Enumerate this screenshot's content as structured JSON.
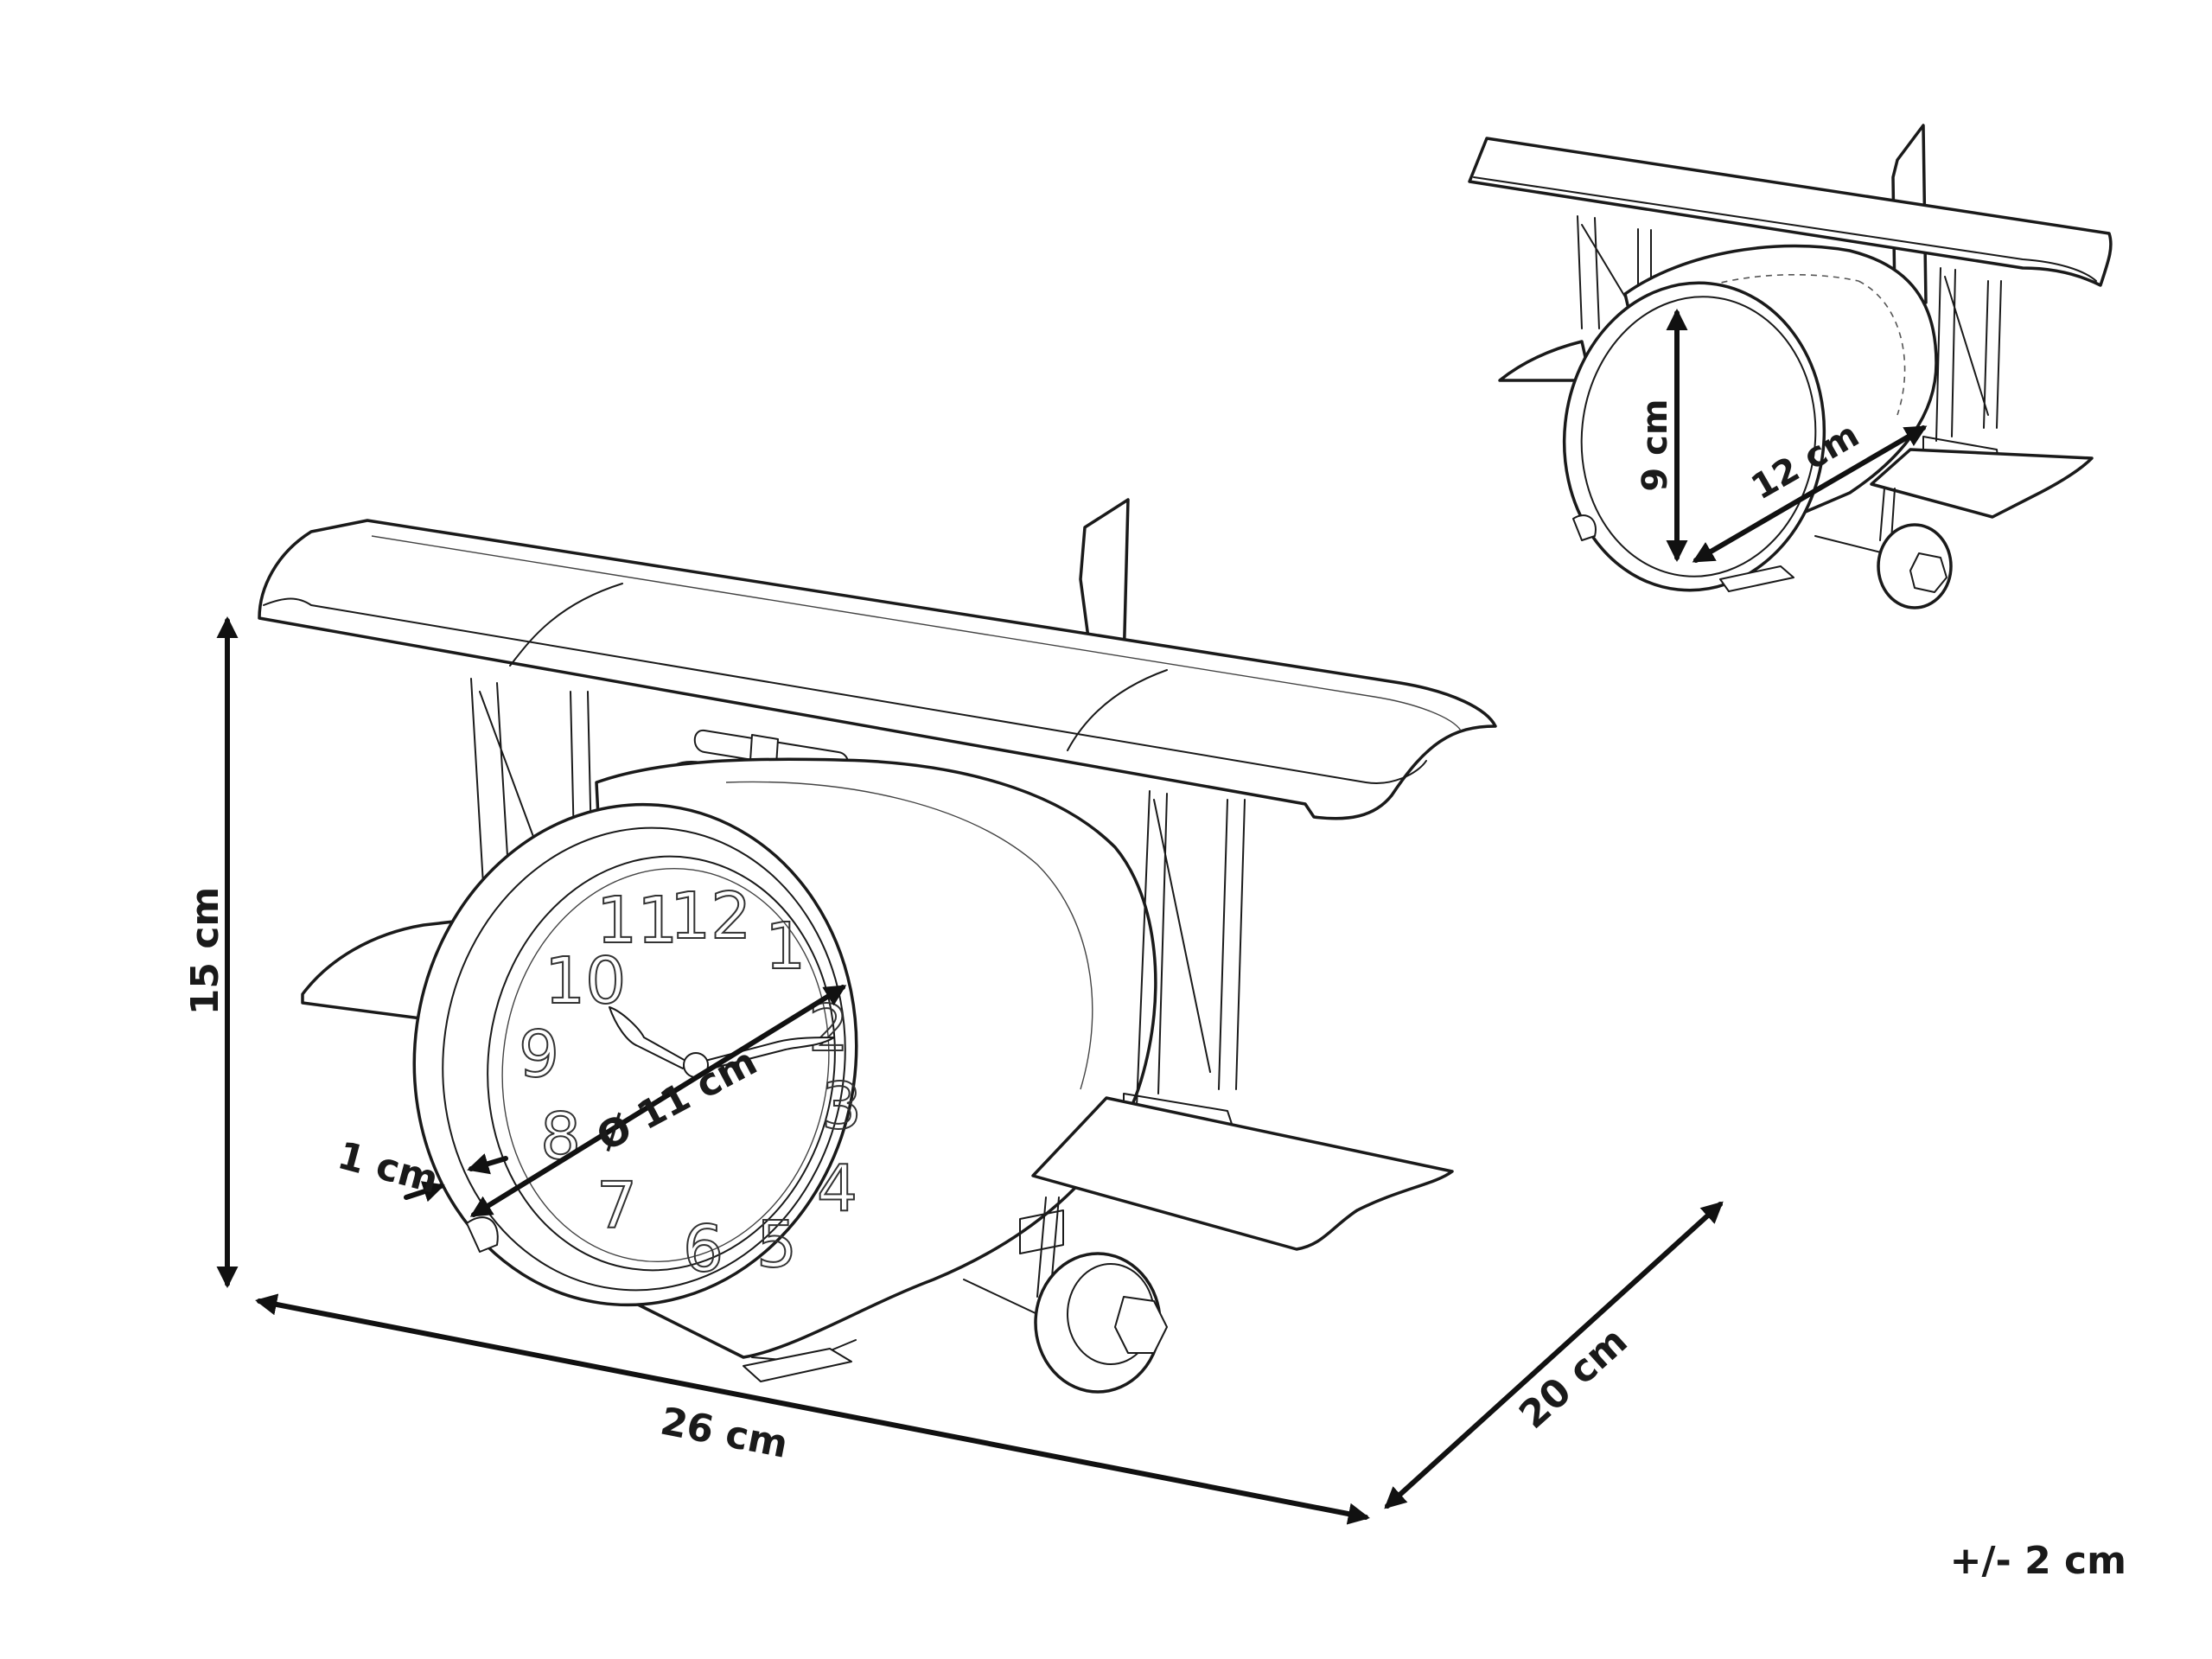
{
  "dimensions": {
    "height": "15 cm",
    "width": "26 cm",
    "depth": "20 cm",
    "diameter": "Ø 11 cm",
    "rim": "1 cm",
    "front_height": "9 cm",
    "front_width": "12 cm",
    "tolerance": "+/- 2 cm"
  },
  "clock_numerals": [
    "11",
    "12",
    "1",
    "10",
    "2",
    "9",
    "3",
    "8",
    "4",
    "7",
    "6",
    "5"
  ]
}
